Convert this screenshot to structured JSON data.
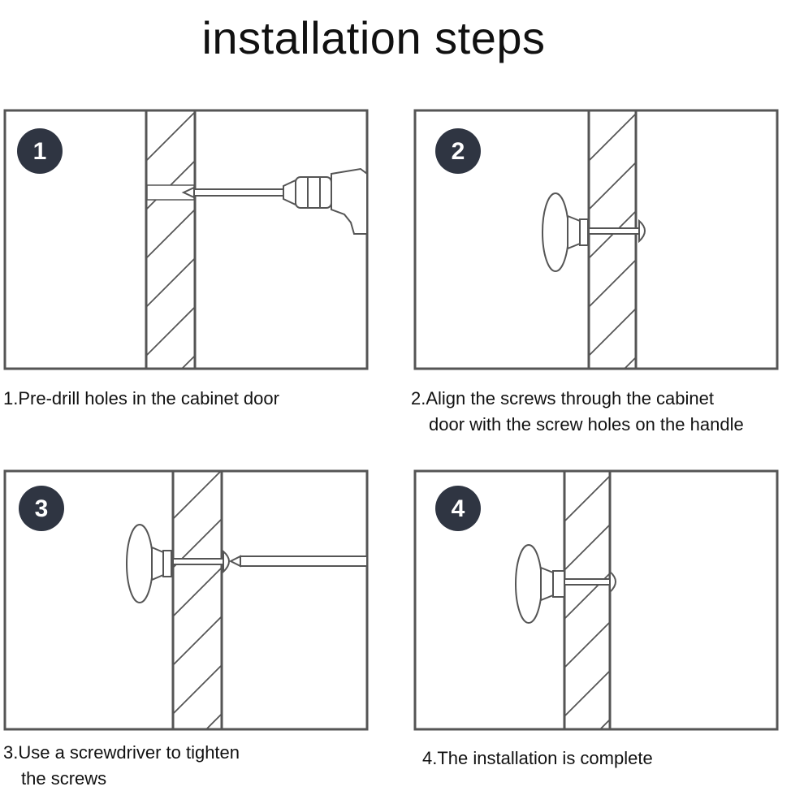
{
  "title": "installation steps",
  "steps": [
    {
      "number": "1",
      "caption_lines": [
        "1.Pre-drill holes in the cabinet door"
      ]
    },
    {
      "number": "2",
      "caption_lines": [
        "2.Align the screws through the cabinet",
        "door with the screw holes on the handle"
      ]
    },
    {
      "number": "3",
      "caption_lines": [
        "3.Use a screwdriver to tighten",
        "the screws"
      ]
    },
    {
      "number": "4",
      "caption_lines": [
        "4.The installation is complete"
      ]
    }
  ],
  "colors": {
    "stroke": "#555555",
    "badge": "#2f3542",
    "badge_text": "#ffffff"
  }
}
